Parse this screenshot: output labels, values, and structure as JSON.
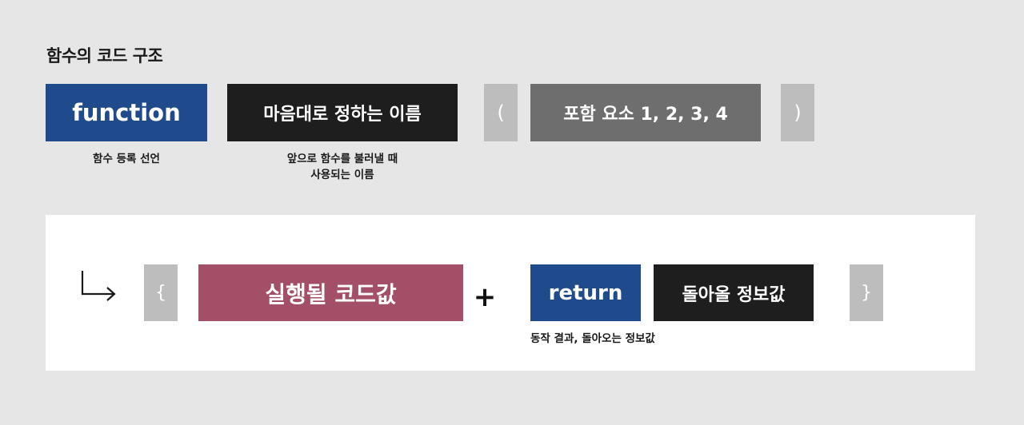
{
  "title": "함수의 코드 구조",
  "row1": {
    "function_kw": "function",
    "function_caption": "함수 등록 선언",
    "name_box": "마음대로 정하는 이름",
    "name_caption_1": "앞으로 함수를 불러낼 때",
    "name_caption_2": "사용되는 이름",
    "paren_open": "(",
    "params": "포함 요소 1, 2, 3, 4",
    "paren_close": ")"
  },
  "row2": {
    "brace_open": "{",
    "body": "실행될 코드값",
    "plus": "+",
    "return_kw": "return",
    "return_value": "돌아올 정보값",
    "return_caption": "동작 결과, 돌아오는 정보값",
    "brace_close": "}"
  },
  "colors": {
    "background": "#e6e6e6",
    "keyword_blue": "#1f4b8c",
    "dark": "#1e1e1e",
    "params_gray": "#6e6e6e",
    "bracket_gray": "#bdbdbd",
    "body_rose": "#a34f68",
    "panel": "#ffffff"
  },
  "icons": {
    "arrow": "down-right-arrow-icon"
  }
}
